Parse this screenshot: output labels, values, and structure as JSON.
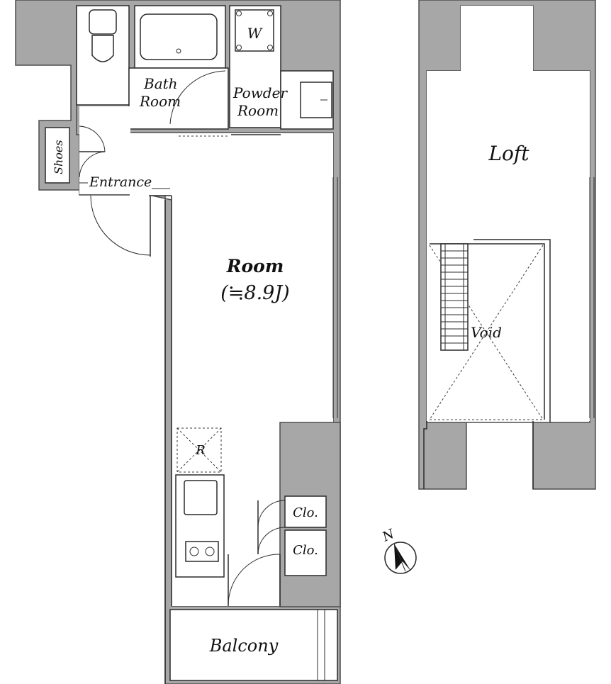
{
  "rooms": {
    "bath_line1": "Bath",
    "bath_line2": "Room",
    "powder_line1": "Powder",
    "powder_line2": "Room",
    "washer": "W",
    "shoes": "Shoes",
    "entrance": "Entrance",
    "room_title": "Room",
    "room_size": "(≒8.9J)",
    "fridge": "R",
    "closet_upper": "Clo.",
    "closet_lower": "Clo.",
    "balcony": "Balcony",
    "loft": "Loft",
    "void": "Void"
  },
  "compass": {
    "north_label": "N"
  },
  "colors": {
    "wall": "#a7a7a7",
    "line": "#2b2b2b",
    "background": "#ffffff"
  }
}
